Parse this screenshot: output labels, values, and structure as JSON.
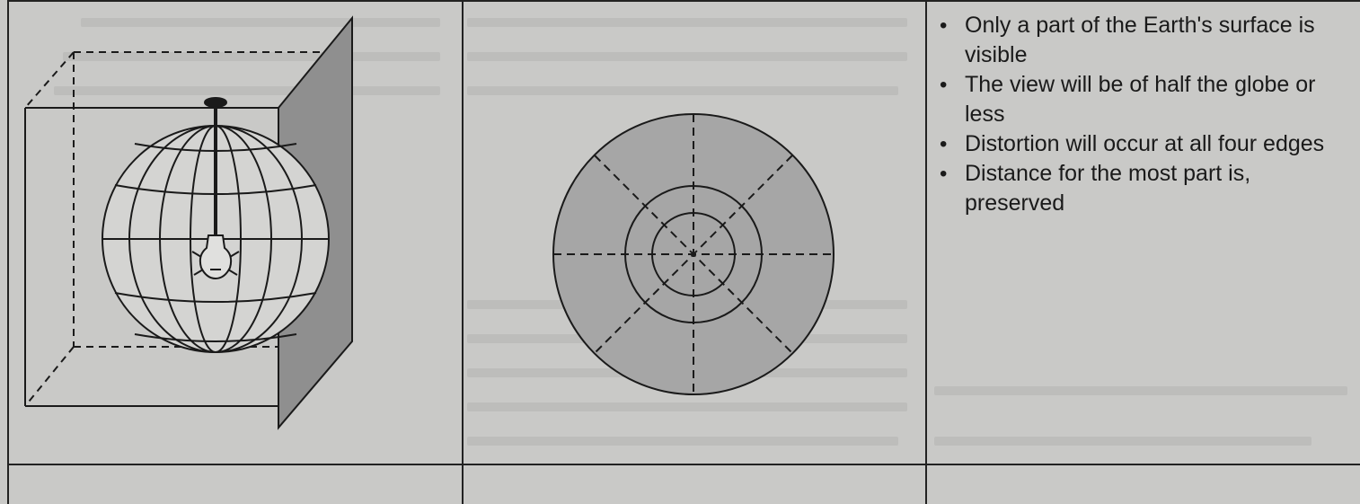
{
  "projection_properties": [
    "Only a part of the Earth's surface is visible",
    "The view will be of half the globe or less",
    "Distortion will occur at all four edges",
    "Distance for the most part is, preserved"
  ],
  "colors": {
    "plane_fill": "#8f8f8f",
    "disc_fill": "#a6a6a6",
    "line": "#1a1a1a",
    "paper": "#c9c9c7"
  },
  "icons": {
    "bullet": "bullet-dot-icon",
    "light_bulb": "light-bulb-icon"
  }
}
